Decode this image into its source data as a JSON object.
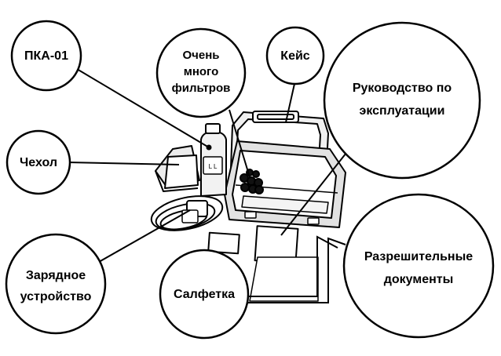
{
  "labels": {
    "pka": "ПКА-01",
    "filters_line1": "Очень",
    "filters_line2": "много",
    "filters_line3": "фильтров",
    "case": "Кейс",
    "manual_line1": "Руководство по",
    "manual_line2": "эксплуатации",
    "cover": "Чехол",
    "charger_line1": "Зарядное",
    "charger_line2": "устройство",
    "napkin": "Салфетка",
    "permits_line1": "Разрешительные",
    "permits_line2": "документы",
    "device_screen": "L L"
  },
  "colors": {
    "line": "#000000",
    "fill": "#ffffff",
    "shade": "#d9d9d9"
  }
}
